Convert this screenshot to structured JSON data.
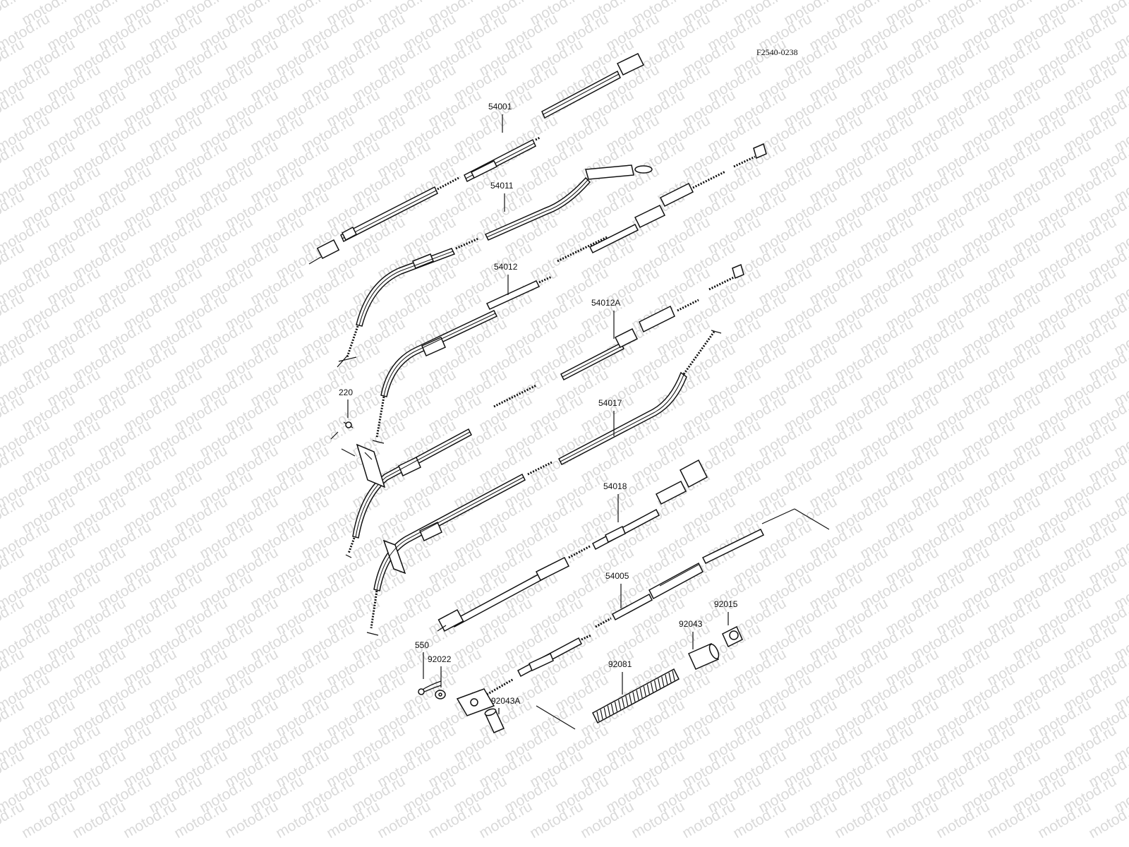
{
  "diagram": {
    "code": "F2540-0238",
    "watermark": "motod.ru",
    "labels": {
      "p54001": "54001",
      "p54011": "54011",
      "p54012": "54012",
      "p54012A": "54012A",
      "p220": "220",
      "p54017": "54017",
      "p54018": "54018",
      "p54005": "54005",
      "p92015": "92015",
      "p92043": "92043",
      "p92081": "92081",
      "p550": "550",
      "p92022": "92022",
      "p92043A": "92043A"
    }
  }
}
